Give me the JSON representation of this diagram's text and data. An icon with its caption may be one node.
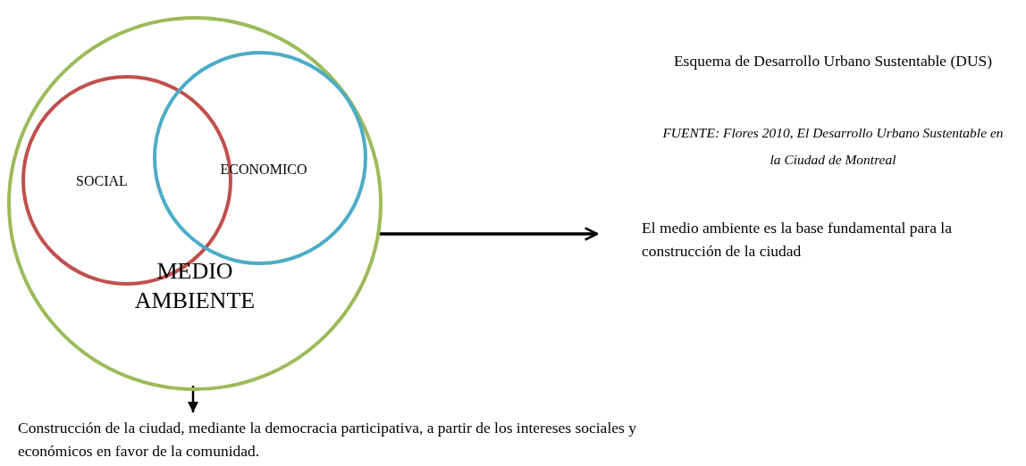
{
  "diagram": {
    "title": "Esquema de Desarrollo Urbano Sustentable (DUS)",
    "caption": "FUENTE: Flores 2010, El Desarrollo Urbano Sustentable en la Ciudad de Montreal",
    "nodes": [
      {
        "text": [
          "MEDIO AMBIENTE"
        ]
      },
      {
        "text": [
          "SOCIAL"
        ],
        "in": 0
      },
      {
        "text": [
          "ECONOMICO"
        ],
        "in": 0
      },
      {
        "text": [
          "El medio ambiente es la base fundamental para la construcción de la ciudad"
        ]
      },
      {
        "text": [
          "Construcción de la ciudad, mediante la democracia participativa, a partir de los intereses sociales y económicos en favor de la comunidad."
        ]
      }
    ],
    "edges": [
      {
        "from": 0,
        "to": 3,
        "arrow": "to"
      },
      {
        "from": 0,
        "to": 4,
        "arrow": "to"
      }
    ]
  }
}
